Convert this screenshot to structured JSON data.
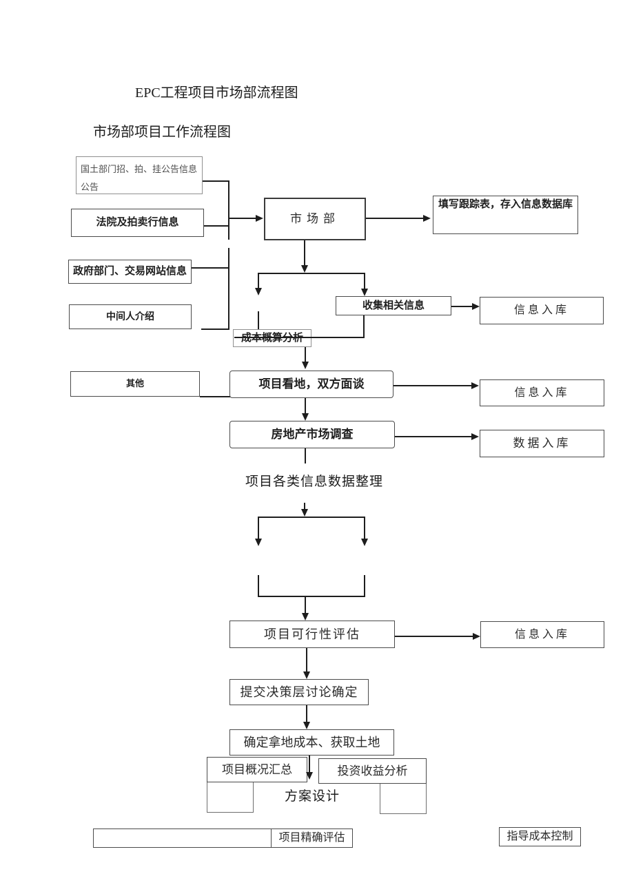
{
  "page": {
    "title": "EPC工程项目市场部流程图",
    "subtitle": "市场部项目工作流程图"
  },
  "flowchart": {
    "nodes": {
      "land_bureau": "国土部门招、拍、挂公告信息公告",
      "court_auction": "法院及拍卖行信息",
      "marketing_dept": "市场部",
      "tracking_form": "填写跟踪表，存入信息数据库",
      "gov_websites": "政府部门、交易网站信息",
      "middleman": "中间人介绍",
      "collect_info": "收集相关信息",
      "info_storage_1": "信息入库",
      "cost_estimate": "成本概算分析",
      "others": "其他",
      "site_visit": "项目看地，双方面谈",
      "info_storage_2": "信息入库",
      "market_survey": "房地产市场调查",
      "data_storage": "数据入库",
      "feasibility": "项目可行性评估",
      "info_storage_3": "信息入库",
      "decision": "提交决策层讨论确定",
      "land_cost": "确定拿地成本、获取土地",
      "project_summary": "项目概况汇总",
      "investment_analysis": "投资收益分析",
      "precise_evaluation": "项目精确评估",
      "cost_control": "指导成本控制"
    },
    "captions": {
      "data_organize": "项目各类信息数据整理",
      "plan_design": "方案设计"
    }
  }
}
